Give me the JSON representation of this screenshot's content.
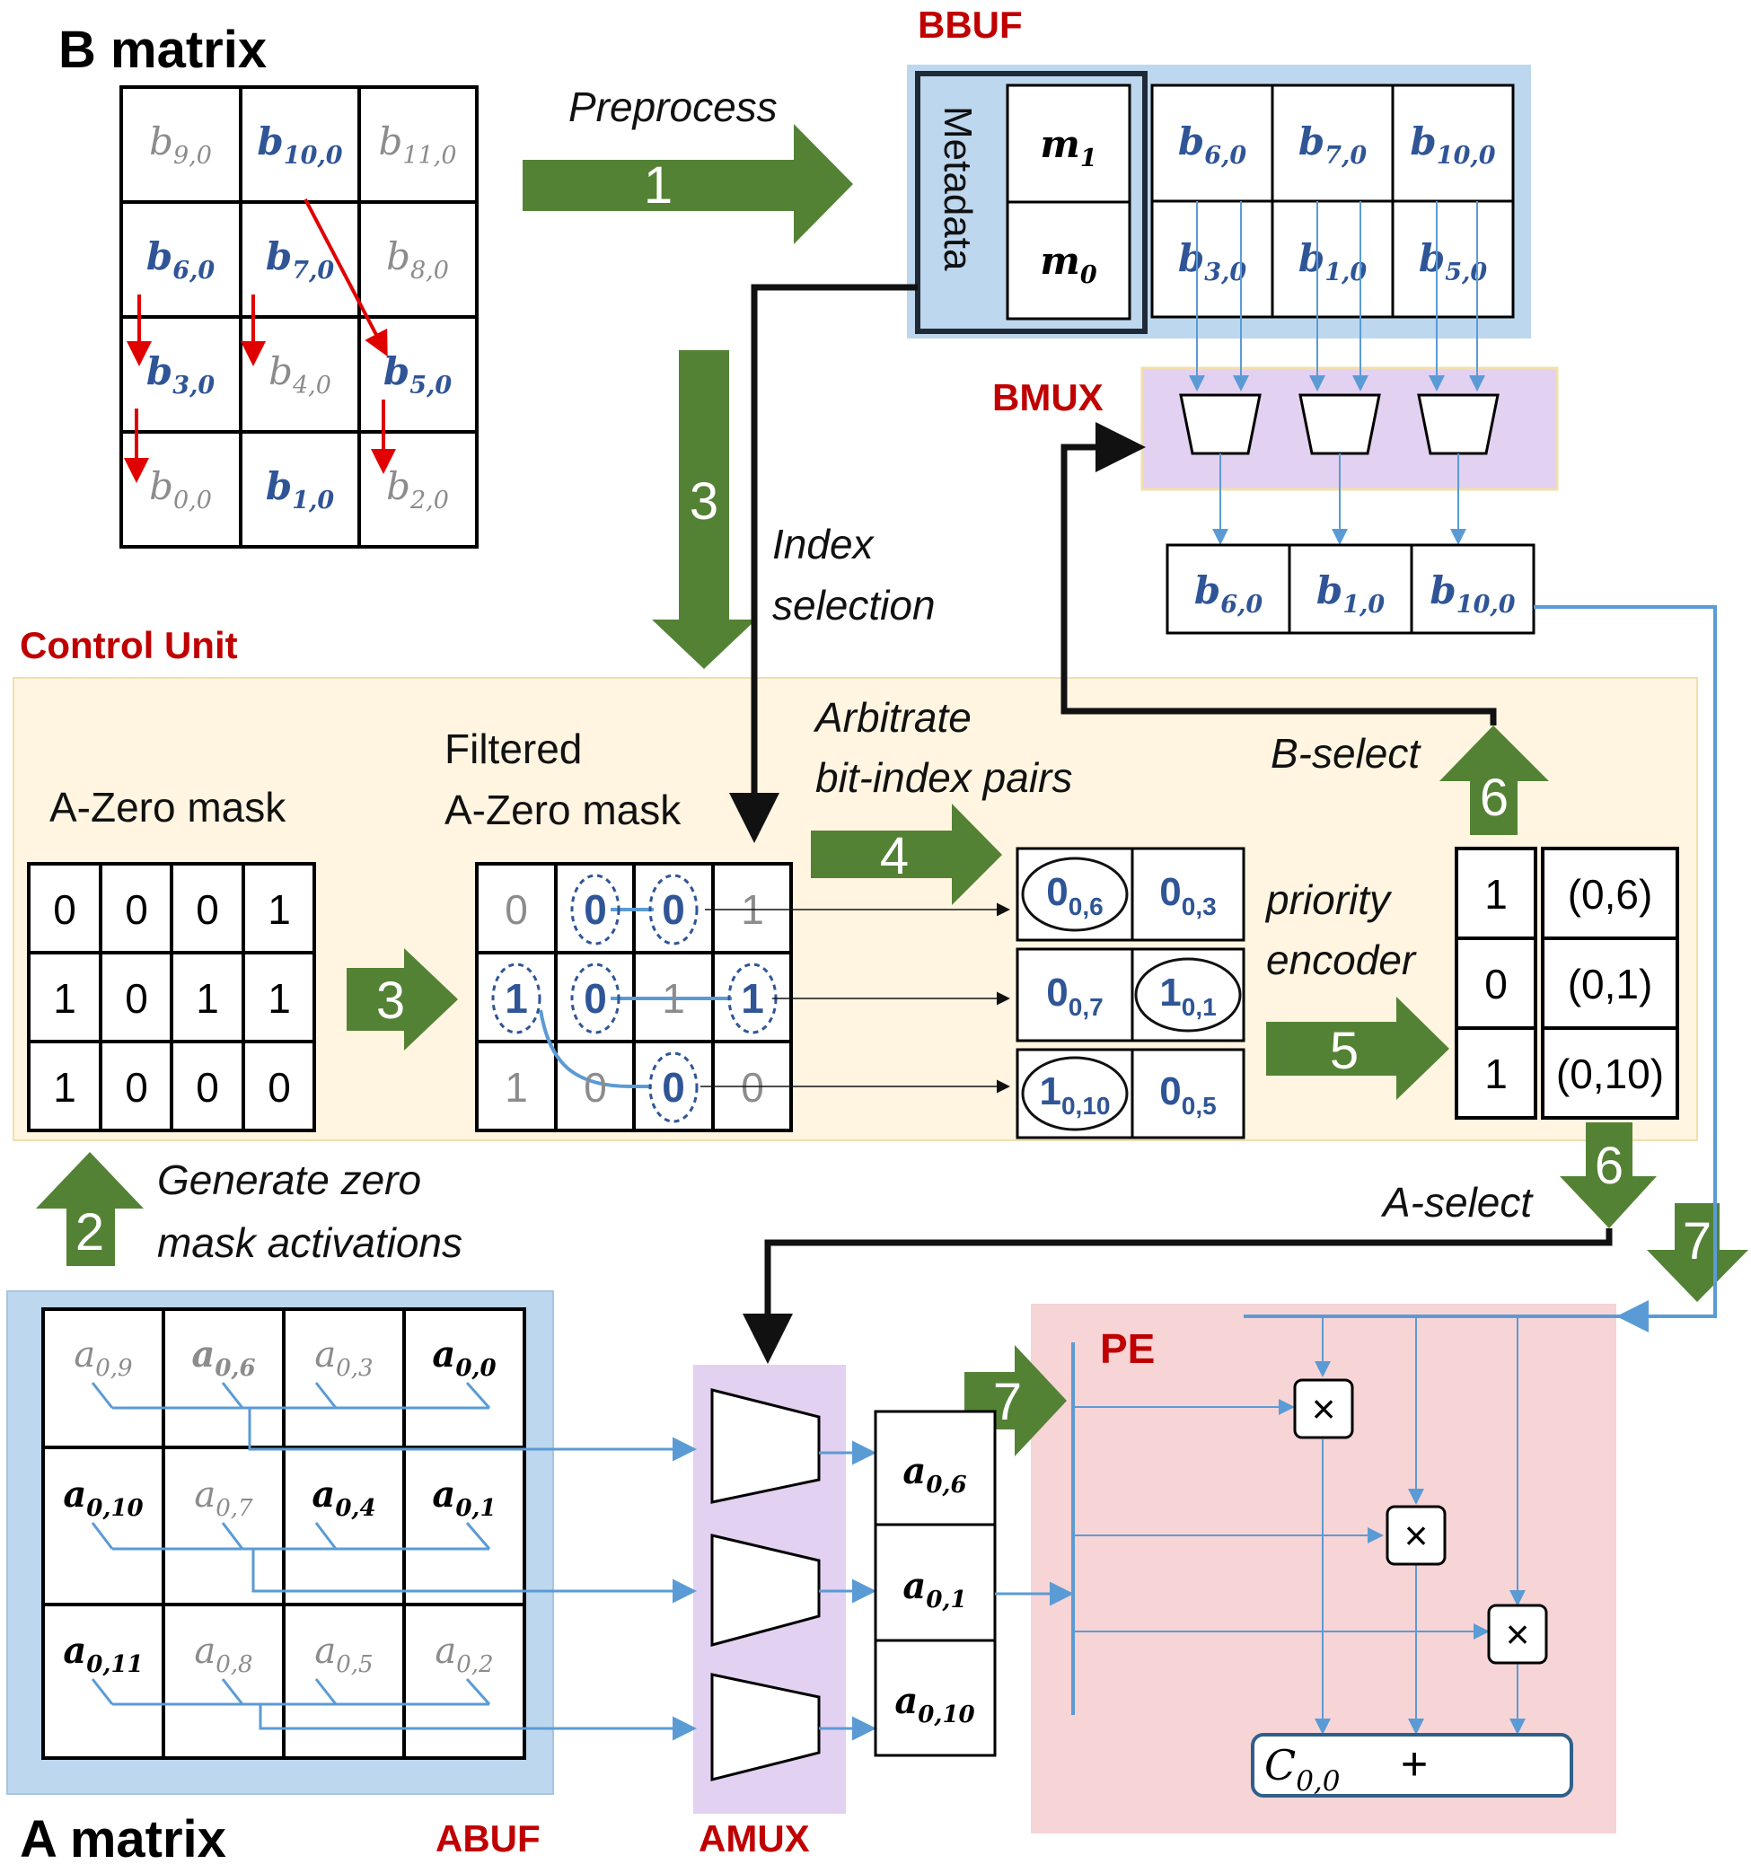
{
  "colors": {
    "green_arrow": "#548235",
    "blue_value": "#2f5597",
    "gray_value": "#8c8c8c",
    "red_heading": "#c00000",
    "red_arrow": "#e00000",
    "blue_wire": "#5b9bd5",
    "bbuf_fill": "#bdd7ee",
    "abuf_fill": "#bdd7ee",
    "mux_fill": "#e2d1f0",
    "control_fill": "#fff5e1",
    "pe_fill": "#f7d4d6"
  },
  "titles": {
    "b_matrix": "B matrix",
    "a_matrix": "A matrix",
    "bbuf": "BBUF",
    "bmux": "BMUX",
    "control_unit": "Control Unit",
    "abuf": "ABUF",
    "amux": "AMUX",
    "pe": "PE"
  },
  "steps": {
    "preprocess": {
      "num": "1",
      "label": "Preprocess"
    },
    "generate": {
      "num": "2",
      "label_lines": [
        "Generate zero",
        "mask activations"
      ]
    },
    "index_selection": {
      "num": "3",
      "label_lines": [
        "Index",
        "selection"
      ]
    },
    "filter": {
      "num": "3"
    },
    "arbitrate": {
      "num": "4",
      "label_lines": [
        "Arbitrate",
        "bit-index pairs"
      ]
    },
    "priority": {
      "num": "5",
      "label_lines": [
        "priority",
        "encoder"
      ]
    },
    "b_select": {
      "num": "6",
      "label": "B-select"
    },
    "a_select": {
      "num": "6",
      "label": "A-select"
    },
    "to_pe_b": {
      "num": "7"
    },
    "to_pe_a": {
      "num": "7"
    }
  },
  "b_matrix": {
    "rows": [
      [
        {
          "base": "b",
          "sub": "9,0",
          "hi": false
        },
        {
          "base": "b",
          "sub": "10,0",
          "hi": true
        },
        {
          "base": "b",
          "sub": "11,0",
          "hi": false
        }
      ],
      [
        {
          "base": "b",
          "sub": "6,0",
          "hi": true
        },
        {
          "base": "b",
          "sub": "7,0",
          "hi": true
        },
        {
          "base": "b",
          "sub": "8,0",
          "hi": false
        }
      ],
      [
        {
          "base": "b",
          "sub": "3,0",
          "hi": true
        },
        {
          "base": "b",
          "sub": "4,0",
          "hi": false
        },
        {
          "base": "b",
          "sub": "5,0",
          "hi": true
        }
      ],
      [
        {
          "base": "b",
          "sub": "0,0",
          "hi": false
        },
        {
          "base": "b",
          "sub": "1,0",
          "hi": true
        },
        {
          "base": "b",
          "sub": "2,0",
          "hi": false
        }
      ]
    ]
  },
  "bbuf": {
    "metadata_label": "Metadata",
    "meta": [
      {
        "base": "m",
        "sub": "1"
      },
      {
        "base": "m",
        "sub": "0"
      }
    ],
    "values": [
      [
        {
          "base": "b",
          "sub": "6,0"
        },
        {
          "base": "b",
          "sub": "7,0"
        },
        {
          "base": "b",
          "sub": "10,0"
        }
      ],
      [
        {
          "base": "b",
          "sub": "3,0"
        },
        {
          "base": "b",
          "sub": "1,0"
        },
        {
          "base": "b",
          "sub": "5,0"
        }
      ]
    ]
  },
  "bmux_out": [
    {
      "base": "b",
      "sub": "6,0"
    },
    {
      "base": "b",
      "sub": "1,0"
    },
    {
      "base": "b",
      "sub": "10,0"
    }
  ],
  "control_unit": {
    "zero_mask_title": "A-Zero mask",
    "zero_mask": [
      [
        "0",
        "0",
        "0",
        "1"
      ],
      [
        "1",
        "0",
        "1",
        "1"
      ],
      [
        "1",
        "0",
        "0",
        "0"
      ]
    ],
    "filtered_title_lines": [
      "Filtered",
      "A-Zero mask"
    ],
    "filtered_mask": [
      [
        {
          "v": "0",
          "hi": false,
          "c": false
        },
        {
          "v": "0",
          "hi": true,
          "c": true
        },
        {
          "v": "0",
          "hi": true,
          "c": true
        },
        {
          "v": "1",
          "hi": false,
          "c": false
        }
      ],
      [
        {
          "v": "1",
          "hi": true,
          "c": true
        },
        {
          "v": "0",
          "hi": true,
          "c": true
        },
        {
          "v": "1",
          "hi": false,
          "c": false
        },
        {
          "v": "1",
          "hi": true,
          "c": true
        }
      ],
      [
        {
          "v": "1",
          "hi": false,
          "c": false
        },
        {
          "v": "0",
          "hi": false,
          "c": false
        },
        {
          "v": "0",
          "hi": true,
          "c": true
        },
        {
          "v": "0",
          "hi": false,
          "c": false
        }
      ]
    ],
    "pairs": [
      [
        {
          "base": "0",
          "sub": "0,6",
          "circled": true
        },
        {
          "base": "0",
          "sub": "0,3",
          "circled": false
        }
      ],
      [
        {
          "base": "0",
          "sub": "0,7",
          "circled": false
        },
        {
          "base": "1",
          "sub": "0,1",
          "circled": true
        }
      ],
      [
        {
          "base": "1",
          "sub": "0,10",
          "circled": true
        },
        {
          "base": "0",
          "sub": "0,5",
          "circled": false
        }
      ]
    ],
    "encoder": [
      {
        "bit": "1",
        "pair": "(0,6)"
      },
      {
        "bit": "0",
        "pair": "(0,1)"
      },
      {
        "bit": "1",
        "pair": "(0,10)"
      }
    ]
  },
  "a_matrix": {
    "rows": [
      [
        {
          "base": "a",
          "sub": "0,9",
          "hi": false
        },
        {
          "base": "a",
          "sub": "0,6",
          "hi": false,
          "bold": true
        },
        {
          "base": "a",
          "sub": "0,3",
          "hi": false
        },
        {
          "base": "a",
          "sub": "0,0",
          "hi": true
        }
      ],
      [
        {
          "base": "a",
          "sub": "0,10",
          "hi": true
        },
        {
          "base": "a",
          "sub": "0,7",
          "hi": false
        },
        {
          "base": "a",
          "sub": "0,4",
          "hi": true
        },
        {
          "base": "a",
          "sub": "0,1",
          "hi": true
        }
      ],
      [
        {
          "base": "a",
          "sub": "0,11",
          "hi": true
        },
        {
          "base": "a",
          "sub": "0,8",
          "hi": false
        },
        {
          "base": "a",
          "sub": "0,5",
          "hi": false
        },
        {
          "base": "a",
          "sub": "0,2",
          "hi": false
        }
      ]
    ]
  },
  "amux_out": [
    {
      "base": "a",
      "sub": "0,6"
    },
    {
      "base": "a",
      "sub": "0,1"
    },
    {
      "base": "a",
      "sub": "0,10"
    }
  ],
  "pe": {
    "multiply": [
      "×",
      "×",
      "×"
    ],
    "accumulator": {
      "base": "C",
      "sub": "0,0"
    },
    "plus": "+"
  }
}
